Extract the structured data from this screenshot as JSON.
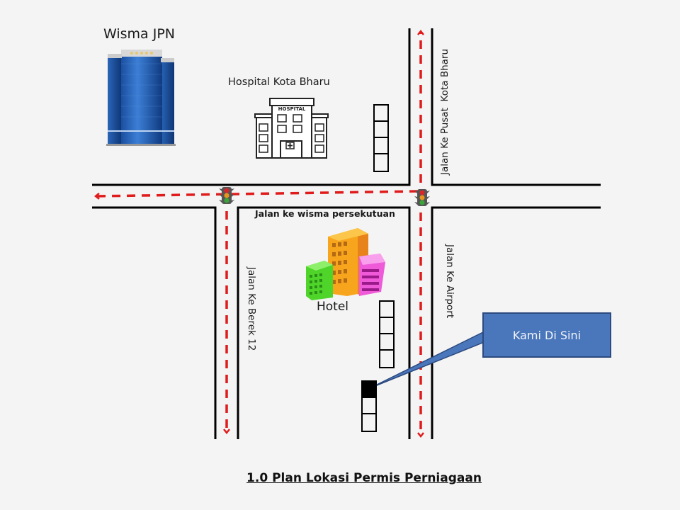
{
  "landmarks": {
    "wisma_jpn": {
      "label": "Wisma JPN",
      "icon": "office-tower-icon"
    },
    "hospital": {
      "label": "Hospital Kota Bharu",
      "sign": "HOSPITAL",
      "icon": "hospital-building-icon"
    },
    "hotel": {
      "label": "Hotel",
      "icon": "hotel-buildings-icon"
    }
  },
  "roads": {
    "horizontal": "Jalan ke wisma persekutuan",
    "north": "Jalan Ke Pusat  Kota Bharu",
    "south_east": "Jalan Ke Airport",
    "south_west": "Jalan Ke Berek 12"
  },
  "callout": {
    "label": "Kami Di Sini"
  },
  "footer": {
    "title": "1.0 Plan Lokasi Permis Perniagaan"
  },
  "colors": {
    "road_line": "#000000",
    "route_arrow": "#e01b1b",
    "callout_fill": "#4a76bb",
    "callout_border": "#2b4a7f",
    "background": "#f5f4f4"
  },
  "shop_lots": {
    "north_block": {
      "cells": 4
    },
    "middle_block": {
      "cells": 4
    },
    "our_block": {
      "cells": 3,
      "highlighted_index": 0
    }
  },
  "traffic_lights": [
    "west-junction",
    "east-junction"
  ]
}
